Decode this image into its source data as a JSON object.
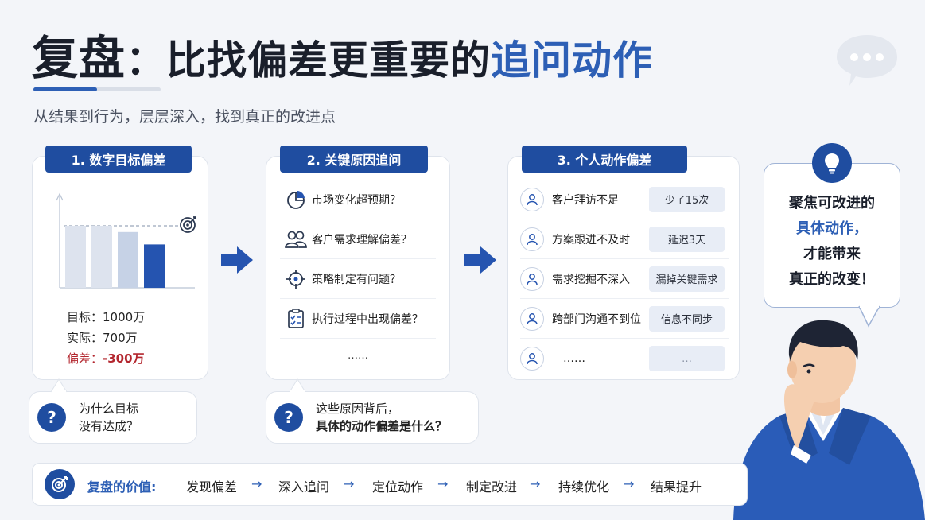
{
  "header": {
    "title_a": "复盘",
    "title_b": "：比找偏差更重要的",
    "title_c": "追问动作",
    "subtitle": "从结果到行为，层层深入，找到真正的改进点"
  },
  "cards": {
    "card1": {
      "tag": "1. 数字目标偏差",
      "chart_data": {
        "type": "bar",
        "values": [
          1000,
          1000,
          900,
          700
        ],
        "colors": [
          "#dde3ee",
          "#dde3ee",
          "#c6d2e6",
          "#2554b0"
        ]
      },
      "target_label": "目标：",
      "target_value": "1000万",
      "actual_label": "实际：",
      "actual_value": "700万",
      "dev_label": "偏差：",
      "dev_value": "-300万"
    },
    "card2": {
      "tag": "2. 关键原因追问",
      "items": [
        {
          "icon": "pie-chart-icon",
          "text": "市场变化超预期？"
        },
        {
          "icon": "users-icon",
          "text": "客户需求理解偏差？"
        },
        {
          "icon": "crosshair-icon",
          "text": "策略制定有问题？"
        },
        {
          "icon": "checklist-icon",
          "text": "执行过程中出现偏差？"
        }
      ],
      "more": "……"
    },
    "card3": {
      "tag": "3. 个人动作偏差",
      "items": [
        {
          "text": "客户拜访不足",
          "badge": "少了15次"
        },
        {
          "text": "方案跟进不及时",
          "badge": "延迟3天"
        },
        {
          "text": "需求挖掘不深入",
          "badge": "漏掉关键需求"
        },
        {
          "text": "跨部门沟通不到位",
          "badge": "信息不同步"
        },
        {
          "text": "……",
          "badge": "…"
        }
      ]
    }
  },
  "questions": {
    "q1_line1": "为什么目标",
    "q1_line2": "没有达成？",
    "q2_line1": "这些原因背后，",
    "q2_line2": "具体的动作偏差是什么？",
    "q_symbol": "?"
  },
  "focus": {
    "line1": "聚焦可改进的",
    "line2": "具体动作，",
    "line3": "才能带来",
    "line4": "真正的改变！"
  },
  "bottom": {
    "label": "复盘的价值:",
    "steps": [
      "发现偏差",
      "深入追问",
      "定位动作",
      "制定改进",
      "持续优化",
      "结果提升"
    ],
    "arrow": "→"
  },
  "colors": {
    "accent": "#2d5fb5",
    "navy": "#1f4da0",
    "danger": "#b3262e"
  }
}
